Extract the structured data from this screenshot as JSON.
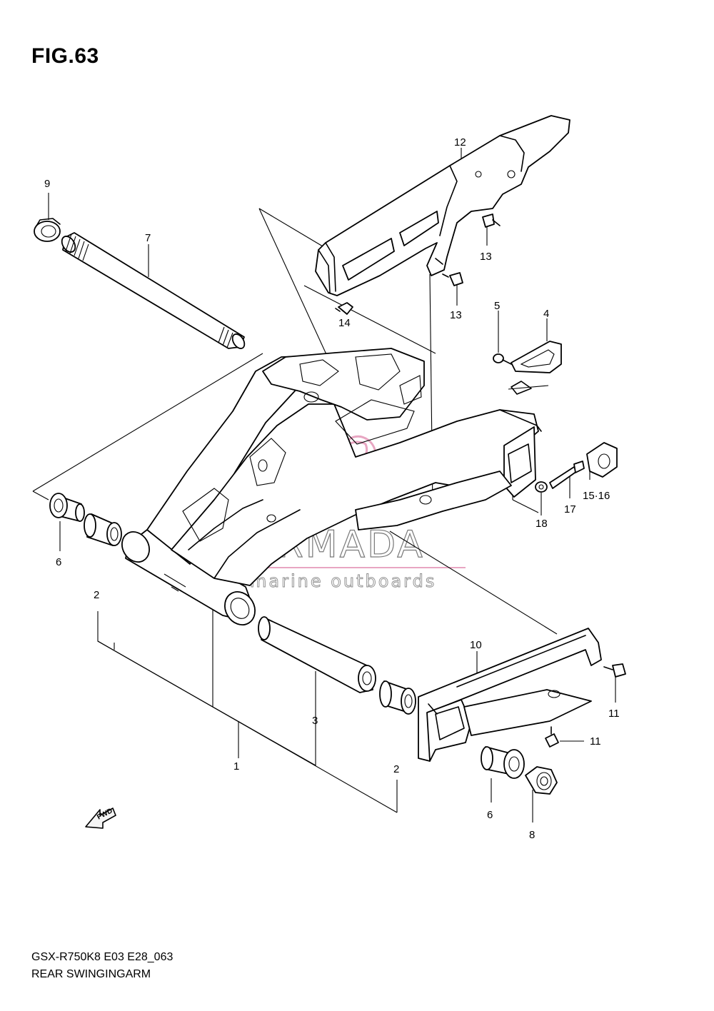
{
  "figure": {
    "title": "FIG.63",
    "model_code": "GSX-R750K8 E03 E28_063",
    "name": "REAR SWINGINGARM"
  },
  "watermark": {
    "brand": "ARMADA",
    "tagline": "marine outboards",
    "logo_color": "#e8a6c2",
    "text_color": "#7a7a7a"
  },
  "fwd_arrow": {
    "label": "FWD"
  },
  "callouts": {
    "c1": "1",
    "c2a": "2",
    "c2b": "2",
    "c3": "3",
    "c4": "4",
    "c5": "5",
    "c6a": "6",
    "c6b": "6",
    "c7": "7",
    "c8": "8",
    "c9": "9",
    "c10": "10",
    "c11a": "11",
    "c11b": "11",
    "c12": "12",
    "c13a": "13",
    "c13b": "13",
    "c14": "14",
    "c15_16": "15·16",
    "c17": "17",
    "c18": "18"
  }
}
